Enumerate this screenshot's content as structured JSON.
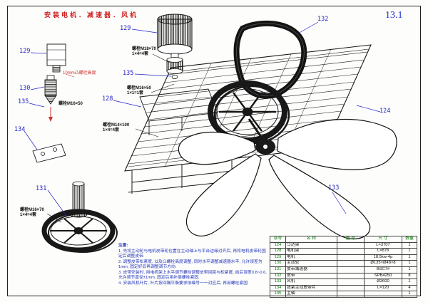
{
  "title": "安装电机．减速器．风机",
  "page_number": "13.1",
  "colors": {
    "callout": "#2222cc",
    "title_red": "#cc2020",
    "note_blue": "#2233bb",
    "table_green": "#007a00"
  },
  "callouts": {
    "c129_left": "129",
    "c130": "130",
    "c135_left": "135",
    "c134": "134",
    "c131": "131",
    "c129_top": "129",
    "c135_mid": "135",
    "c128": "128",
    "c132": "132",
    "c124": "124",
    "c133": "133"
  },
  "labels": {
    "m18x70_1": "螺栓M18×70",
    "m18x70_2": "1×4=4套",
    "m16x50_mid_1": "螺栓M16×50",
    "m16x50_mid_2": "1×1=1套",
    "m14x100_1": "螺栓M14×100",
    "m14x100_2": "1×4=4套",
    "m16x70_1": "螺栓M16×70",
    "m16x70_2": "1×4=4套",
    "m16x50_small": "螺栓M16×50",
    "bolt_height": "10mm凸螺栓高度"
  },
  "notes": {
    "heading": "注意:",
    "lines": [
      "1. 先将主动轮与电机皮带轮位置在主动轴上与平台边缘对齐后, 再将电机皮带轮固定后调整皮带.",
      "2. 调整皮带松紧度, 以及凸螺栓高度调整, 同时水平调整减速器水平, 允许误差为1mm, 固定好后再调整调节方向.",
      "3. 皮带安装时, 用电机架上水平调节螺栓调整皮带间距与松紧度, 前后误差0.8~0.6, 允许调节直径±1mm, 固定后用补偿螺栓紧固.",
      "4. 安装风机叶片, 叶片按间隔平衡要求依编号一一对应后, 再用螺栓紧固."
    ]
  },
  "table": {
    "headers": [
      "序号",
      "名  称",
      "图  号",
      "尺  寸",
      "数量"
    ],
    "rows": [
      [
        "124",
        "马达架",
        "",
        "L=3707",
        "1"
      ],
      [
        "128",
        "电机架",
        "",
        "L=878",
        "1"
      ],
      [
        "129",
        "电机",
        "",
        "18.5kw-4p",
        "1"
      ],
      [
        "130",
        "主动轮",
        "",
        "Ø135×Ø48×8",
        "1"
      ],
      [
        "131",
        "皮带减速器",
        "",
        "BSC7#",
        "1"
      ],
      [
        "132",
        "皮带",
        "",
        "SPB4250",
        "8"
      ],
      [
        "133",
        "风机",
        "",
        "Ø3600",
        "1"
      ],
      [
        "134",
        "张紧主动皮带片",
        "",
        "L=120",
        "4"
      ],
      [
        "135",
        "主轴",
        "",
        "",
        "1"
      ]
    ]
  }
}
